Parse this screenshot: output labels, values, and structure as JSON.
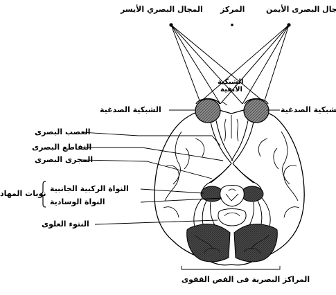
{
  "labels": {
    "left_field": "المجال البصري الأيسر",
    "center": "المركز",
    "right_field": "المجال البصرى الأيمن",
    "nasal_retina_1": "الشبكية",
    "nasal_retina_2": "الأنفية",
    "temporal_retina_left": "الشبكية الصدغية",
    "temporal_retina_right": "الشبكية الصدغية",
    "optic_nerve": "العصب البصرى",
    "optic_chiasm": "التقاطع البصرى",
    "optic_tract": "المجرى البصرى",
    "lgn": "النواة الركبية الجانبية",
    "pulvinar": "النواة الوسادية",
    "thalamic_nuclei": "نويات المهاد",
    "superior_colliculus": "النتوء العلوى",
    "visual_cortex": "المراكز البصرية فى الفص القفوى"
  },
  "colors": {
    "ink": "#000000",
    "shade": "#3a3a3a",
    "brain_fill": "#ffffff"
  }
}
